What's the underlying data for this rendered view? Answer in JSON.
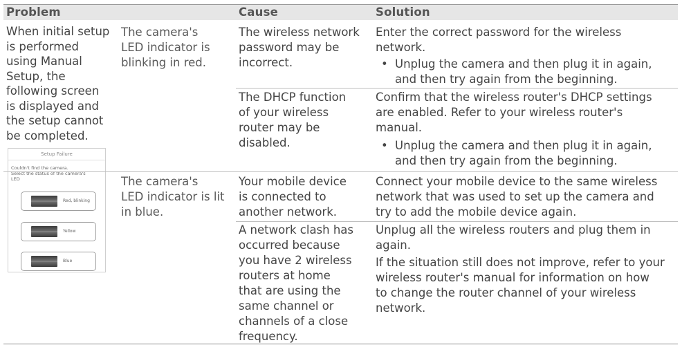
{
  "header": {
    "problem": "Problem",
    "cause": "Cause",
    "solution": "Solution"
  },
  "problem": {
    "lines": [
      "When initial setup",
      "is performed",
      "using Manual",
      "Setup, the",
      "following screen",
      "is displayed and",
      "the setup cannot",
      "be completed."
    ],
    "screenshot": {
      "title": "Setup Failure",
      "message_lines": [
        "Couldn't find the camera.",
        "Select the status of the camera's",
        "LED"
      ],
      "options": [
        "Red, blinking",
        "Yellow",
        "Blue"
      ]
    }
  },
  "groups": [
    {
      "indicator_lines": [
        "The camera's",
        "LED indicator is",
        "blinking in red."
      ]
    },
    {
      "indicator_lines": [
        "The camera's",
        "LED indicator is lit",
        "in blue."
      ]
    }
  ],
  "rows": [
    {
      "cause_lines": [
        "The wireless network",
        "password may be",
        "incorrect."
      ],
      "solution_lines": [
        "Enter the correct password for the wireless",
        "network."
      ],
      "bullet_lines": [
        "Unplug the camera and then plug it in again,",
        "and then try again from the beginning."
      ]
    },
    {
      "cause_lines": [
        "The DHCP function",
        "of your wireless",
        "router may be",
        "disabled."
      ],
      "solution_lines": [
        "Confirm that the wireless router's DHCP settings",
        "are enabled. Refer to your wireless router's",
        "manual."
      ],
      "bullet_lines": [
        "Unplug the camera and then plug it in again,",
        "and then try again from the beginning."
      ]
    },
    {
      "cause_lines": [
        "Your mobile device",
        "is connected to",
        "another network."
      ],
      "solution_lines": [
        "Connect your mobile device to the same wireless",
        "network that was used to set up the camera and",
        "try to add the mobile device again."
      ]
    },
    {
      "cause_lines": [
        "A network clash has",
        "occurred because",
        "you have 2 wireless",
        "routers at home",
        "that are using the",
        "same channel or",
        "channels of a close",
        "frequency."
      ],
      "solution_lines": [
        "Unplug all the wireless routers and plug them in",
        "again."
      ],
      "solution2_lines": [
        "If the situation still does not improve, refer to your",
        "wireless router's manual for information on how",
        "to change the router channel of your wireless",
        "network."
      ]
    }
  ]
}
